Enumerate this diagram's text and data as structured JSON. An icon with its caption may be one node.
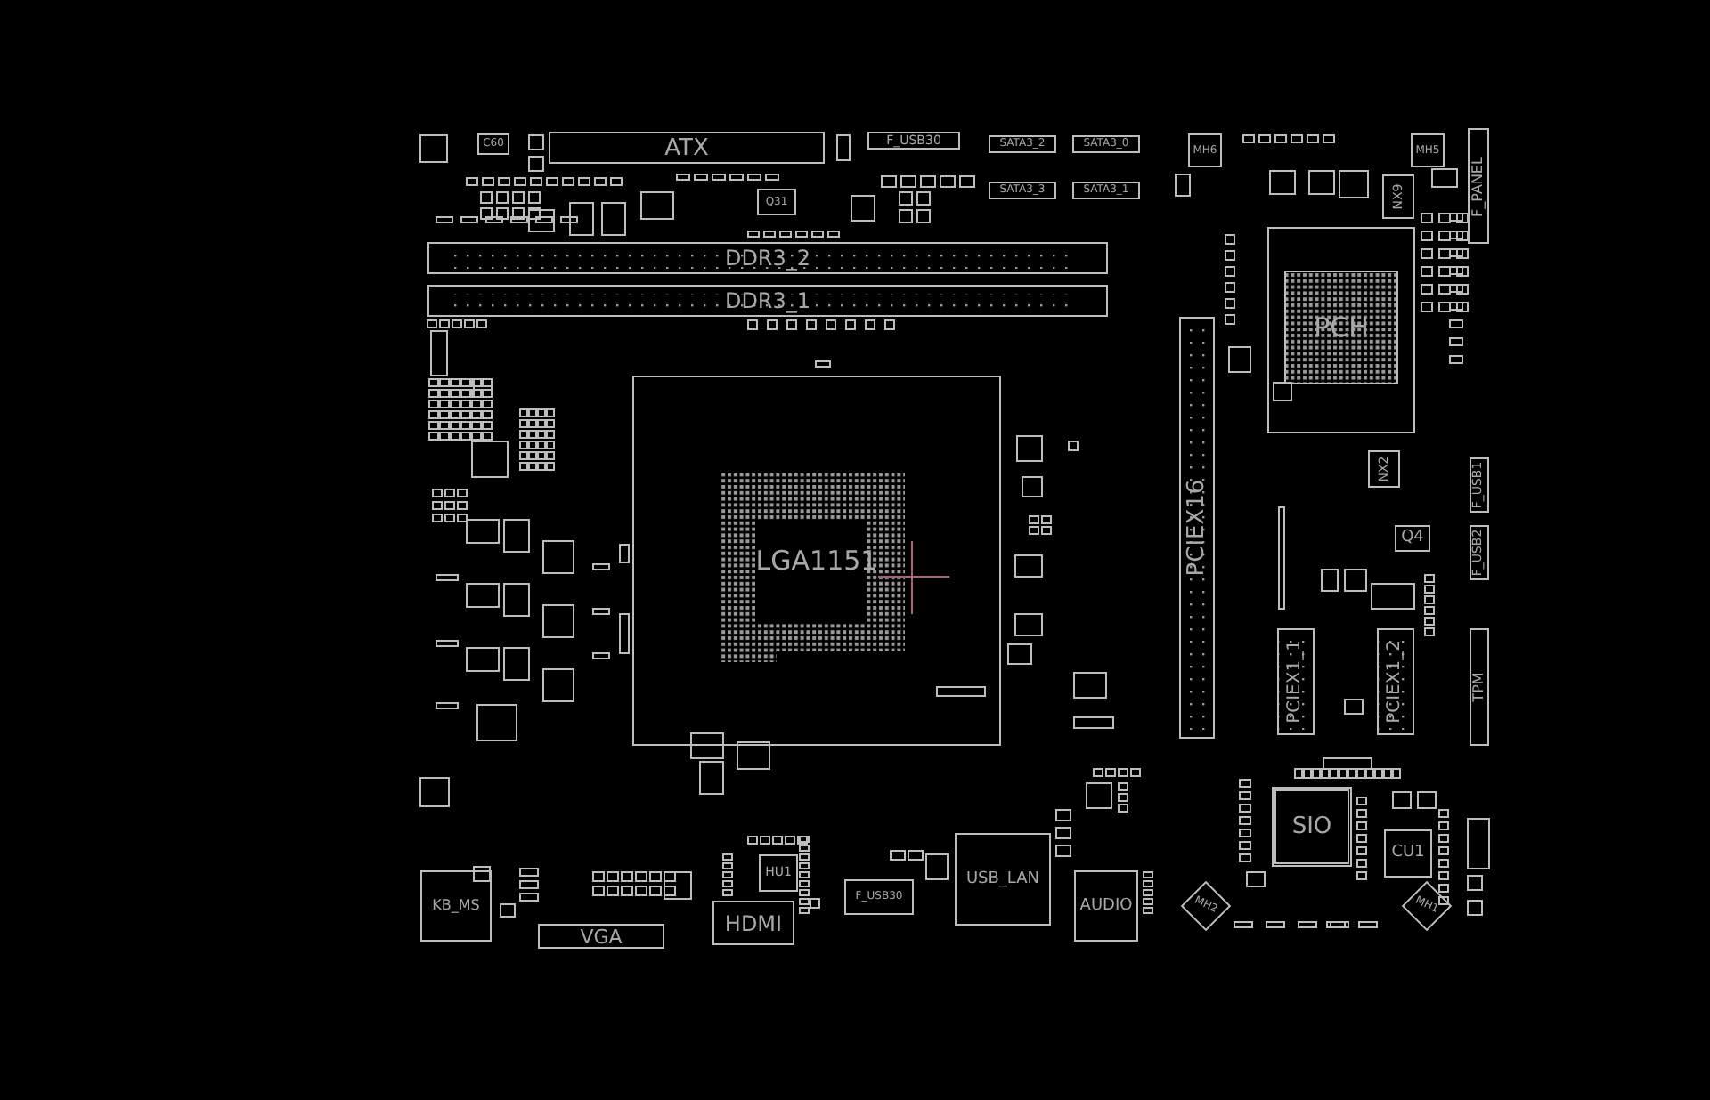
{
  "diagram": {
    "nodes": [
      {
        "text": [
          "C60"
        ]
      },
      {
        "text": [
          "ATX"
        ]
      },
      {
        "text": [
          "F_USB30"
        ]
      },
      {
        "text": [
          "SATA3_2"
        ]
      },
      {
        "text": [
          "SATA3_0"
        ]
      },
      {
        "text": [
          "SATA3_3"
        ]
      },
      {
        "text": [
          "SATA3_1"
        ]
      },
      {
        "text": [
          "MH6"
        ]
      },
      {
        "text": [
          "MH5"
        ]
      },
      {
        "text": [
          "F_PANEL"
        ]
      },
      {
        "text": [
          "Q31"
        ]
      },
      {
        "text": [
          "DDR3_2"
        ]
      },
      {
        "text": [
          "DDR3_1"
        ]
      },
      {
        "text": [
          "NX9"
        ]
      },
      {
        "text": [
          "PCH"
        ]
      },
      {
        "text": [
          "LGA1151"
        ]
      },
      {
        "text": [
          "PCIEX16"
        ]
      },
      {
        "text": [
          "NX2"
        ]
      },
      {
        "text": [
          "F_USB1"
        ]
      },
      {
        "text": [
          "F_USB2"
        ]
      },
      {
        "text": [
          "Q4"
        ]
      },
      {
        "text": [
          "PCIEX1_1"
        ]
      },
      {
        "text": [
          "PCIEX1_2"
        ]
      },
      {
        "text": [
          "TPM"
        ]
      },
      {
        "text": [
          "SIO"
        ]
      },
      {
        "text": [
          "CU1"
        ]
      },
      {
        "text": [
          "KB_MS"
        ]
      },
      {
        "text": [
          "VGA"
        ]
      },
      {
        "text": [
          "HU1"
        ]
      },
      {
        "text": [
          "HDMI"
        ]
      },
      {
        "text": [
          "F_USB30"
        ]
      },
      {
        "text": [
          "USB_LAN"
        ]
      },
      {
        "text": [
          "AUDIO"
        ]
      },
      {
        "text": [
          "MH2"
        ]
      },
      {
        "text": [
          "MH1"
        ]
      }
    ]
  }
}
